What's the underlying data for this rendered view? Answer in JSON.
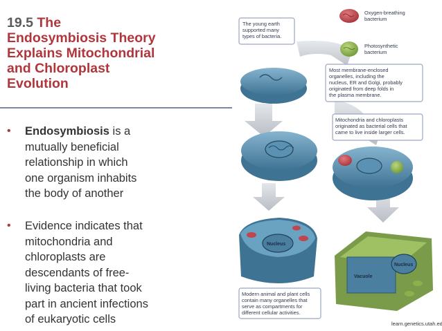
{
  "slide": {
    "title_number": "19.5",
    "title_lines": [
      "The",
      "Endosymbiosis Theory",
      "Explains Mitochondrial",
      "and Chloroplast",
      "Evolution"
    ],
    "bullets": [
      {
        "term": "Endosymbiosis",
        "lines": [
          " is a",
          "mutually beneficial",
          "relationship in which",
          "one organism inhabits",
          "the body of another"
        ]
      },
      {
        "lines": [
          "Evidence indicates that",
          "mitochondria and",
          "chloroplasts are",
          "descendants of free-",
          "living bacteria that took",
          "part in ancient infections",
          "of eukaryotic cells"
        ]
      }
    ]
  },
  "figure": {
    "callouts": {
      "young_earth": [
        "The young earth",
        "supported many",
        "types of bacteria."
      ],
      "membrane": [
        "Most membrane-enclosed",
        "organelles, including the",
        "nucleus, ER and Golgi, probably",
        "originated from deep folds in",
        "the plasma membrane."
      ],
      "bacterial": [
        "Mitochondria and chloroplasts",
        "originated as bacterial cells that",
        "came to live inside larger cells."
      ],
      "modern": [
        "Modern animal and plant cells",
        "contain many organelles that",
        "serve as compartments for",
        "different cellular activities."
      ]
    },
    "legend": {
      "oxygen": [
        "Oxygen-breathing",
        "bacterium"
      ],
      "photo": [
        "Photosynthetic",
        "bacterium"
      ]
    },
    "labels": {
      "nucleus_animal": "Nucleus",
      "nucleus_plant": "Nucleus",
      "vacuole": "Vacuole"
    },
    "credit": "learn.genetics.utah.edu",
    "colors": {
      "cell_blue": "#4f86a6",
      "mito_red": "#c0454d",
      "chloro_green": "#8bb04c",
      "arrow_gray": "#c9cdd2",
      "callout_border": "#9aa7c0"
    }
  }
}
